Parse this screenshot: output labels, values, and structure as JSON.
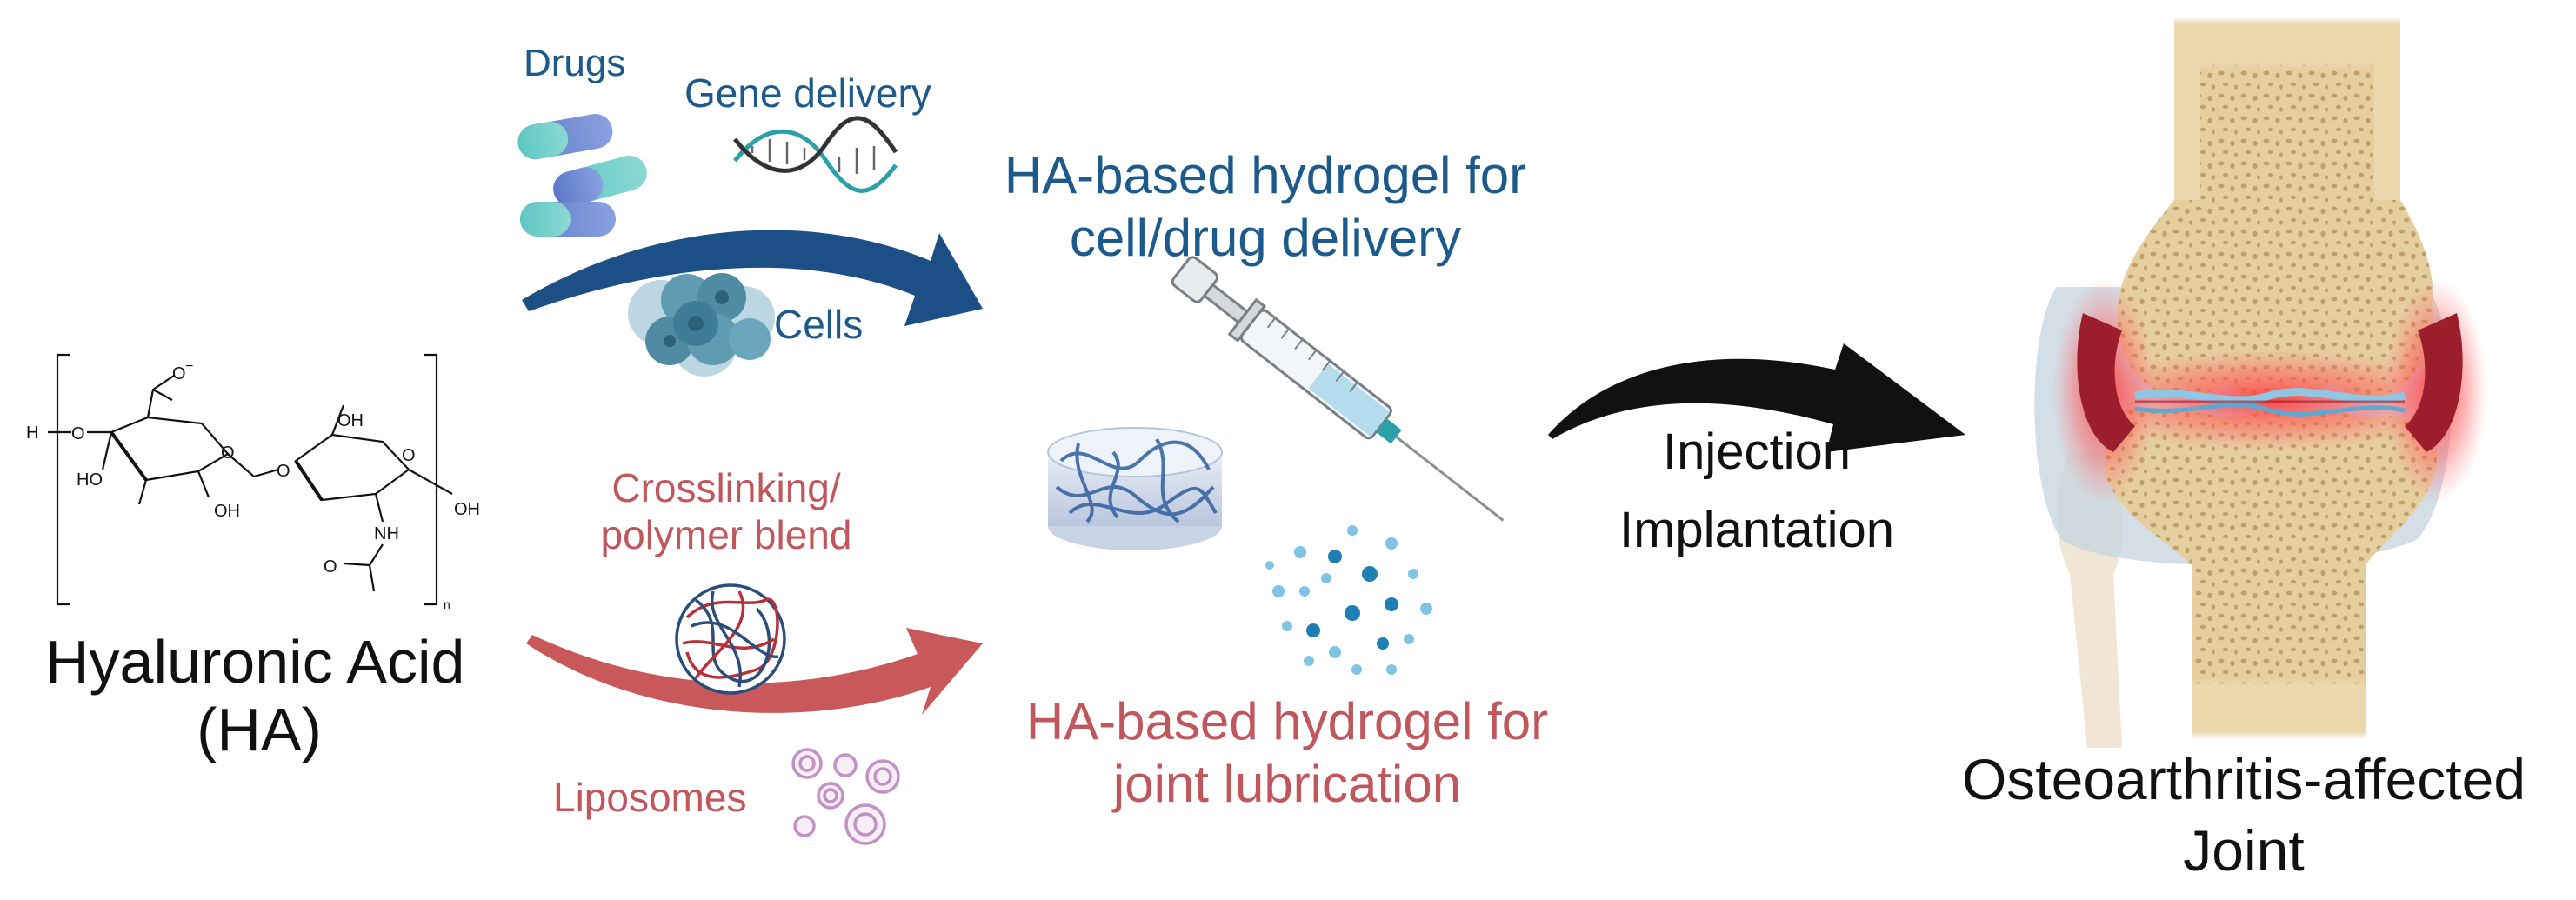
{
  "ha": {
    "title_line1": "Hyaluronic Acid",
    "title_line2": "(HA)",
    "structure_labels": {
      "carboxylate": "O",
      "charge": "−",
      "h": "H",
      "o_link1": "O",
      "o_link2": "O",
      "ring_o1": "O",
      "ring_o2": "O",
      "ho1": "HO",
      "oh1": "OH",
      "oh2": "OH",
      "oh3": "OH",
      "nh": "NH",
      "acetyl_o": "O",
      "subscript_n": "n"
    }
  },
  "delivery": {
    "drugs": "Drugs",
    "gene_delivery": "Gene delivery",
    "cells": "Cells",
    "hydrogel_line1": "HA-based hydrogel for",
    "hydrogel_line2": "cell/drug delivery"
  },
  "lubrication": {
    "crosslinking_line1": "Crosslinking/",
    "crosslinking_line2": "polymer blend",
    "liposomes": "Liposomes",
    "hydrogel_line1": "HA-based hydrogel for",
    "hydrogel_line2": "joint lubrication"
  },
  "administration": {
    "injection": "Injection",
    "implantation": "Implantation"
  },
  "joint": {
    "title_line1": "Osteoarthritis-affected",
    "title_line2": "Joint"
  },
  "colors": {
    "blue": "#1d5a8c",
    "red": "#c0575c",
    "black": "#111111",
    "bone": "#e9d3a6",
    "inflammation": "#e0454b"
  }
}
